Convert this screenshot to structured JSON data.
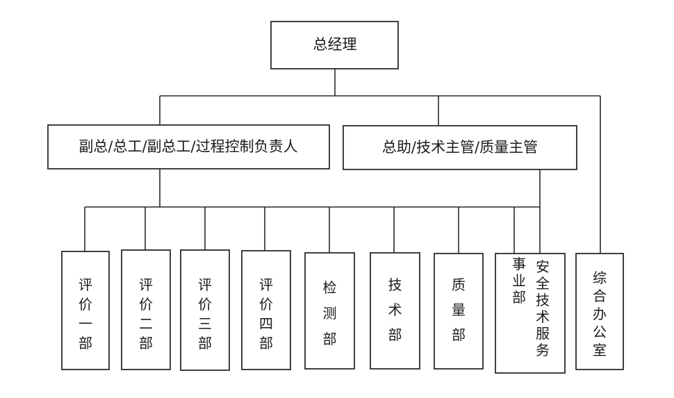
{
  "org_chart": {
    "top": {
      "label": "总经理"
    },
    "level2": {
      "left": {
        "label": "副总/总工/副总工/过程控制负责人"
      },
      "right": {
        "label": "总助/技术主管/质量主管"
      }
    },
    "departments": [
      {
        "label": "评价一部",
        "columns": [
          "评价一",
          "部"
        ]
      },
      {
        "label": "评价二部",
        "columns": [
          "评价二",
          "部"
        ]
      },
      {
        "label": "评价三部",
        "columns": [
          "评价三",
          "部"
        ]
      },
      {
        "label": "评价四部",
        "columns": [
          "评价四",
          "部"
        ]
      },
      {
        "label": "检测部",
        "columns": [
          "检测部"
        ]
      },
      {
        "label": "技术部",
        "columns": [
          "技术部"
        ]
      },
      {
        "label": "质量部",
        "columns": [
          "质量部"
        ]
      },
      {
        "label": "安全技术服务事业部",
        "columns": [
          "安全技术服务",
          "事业部"
        ]
      },
      {
        "label": "综合办公室",
        "columns": [
          "综合办公室"
        ]
      }
    ]
  }
}
